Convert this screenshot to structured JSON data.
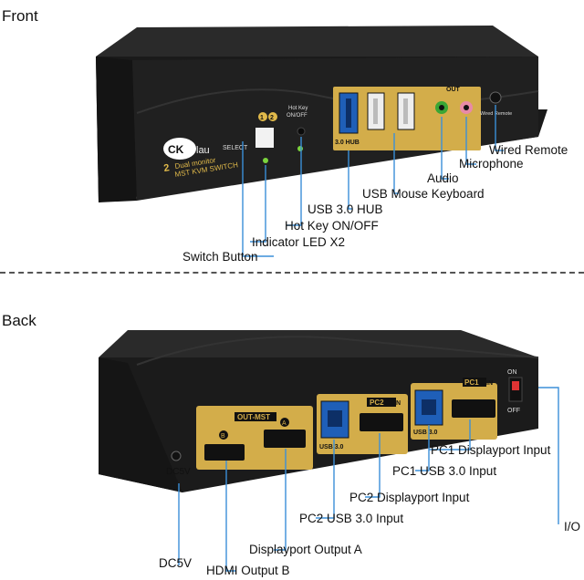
{
  "front": {
    "title": "Front",
    "logo": "CKLau",
    "select_label": "SELECT",
    "port_numbers": [
      "1",
      "2"
    ],
    "hotkey_label": "Hot Key ON/OFF",
    "product_line1": "Dual monitor",
    "product_line2": "MST KVM SWITCH",
    "hub_label": "3.0 HUB",
    "out_label": "OUT",
    "wired_label": "Wired Remote",
    "callouts": {
      "wired_remote": "Wired Remote",
      "microphone": "Microphone",
      "audio": "Audio",
      "usb_mouse_keyboard": "USB Mouse Keyboard",
      "usb_hub": "USB 3.0 HUB",
      "hotkey": "Hot Key ON/OFF",
      "indicator": "Indicator LED X2",
      "switch_button": "Switch Button"
    }
  },
  "back": {
    "title": "Back",
    "out_mst": "OUT-MST",
    "port_a": "A",
    "port_b": "B",
    "pc2_in": "PC2",
    "pc1_in": "PC1",
    "in_suffix": "IN",
    "usb30": "USB 3.0",
    "dc_label": "DC5V",
    "on_label": "ON",
    "off_label": "OFF",
    "callouts": {
      "pc1_dp": "PC1 Displayport Input",
      "pc1_usb": "PC1 USB 3.0 Input",
      "pc2_dp": "PC2 Displayport Input",
      "pc2_usb": "PC2 USB 3.0 Input",
      "dp_out_a": "Displayport Output  A",
      "hdmi_out_b": "HDMI Output  B",
      "dc5v": "DC5V",
      "io": "I/O"
    }
  },
  "colors": {
    "body": "#1c1c1c",
    "gold": "#d3ad4a",
    "usb_blue": "#1f5fb8"
  }
}
